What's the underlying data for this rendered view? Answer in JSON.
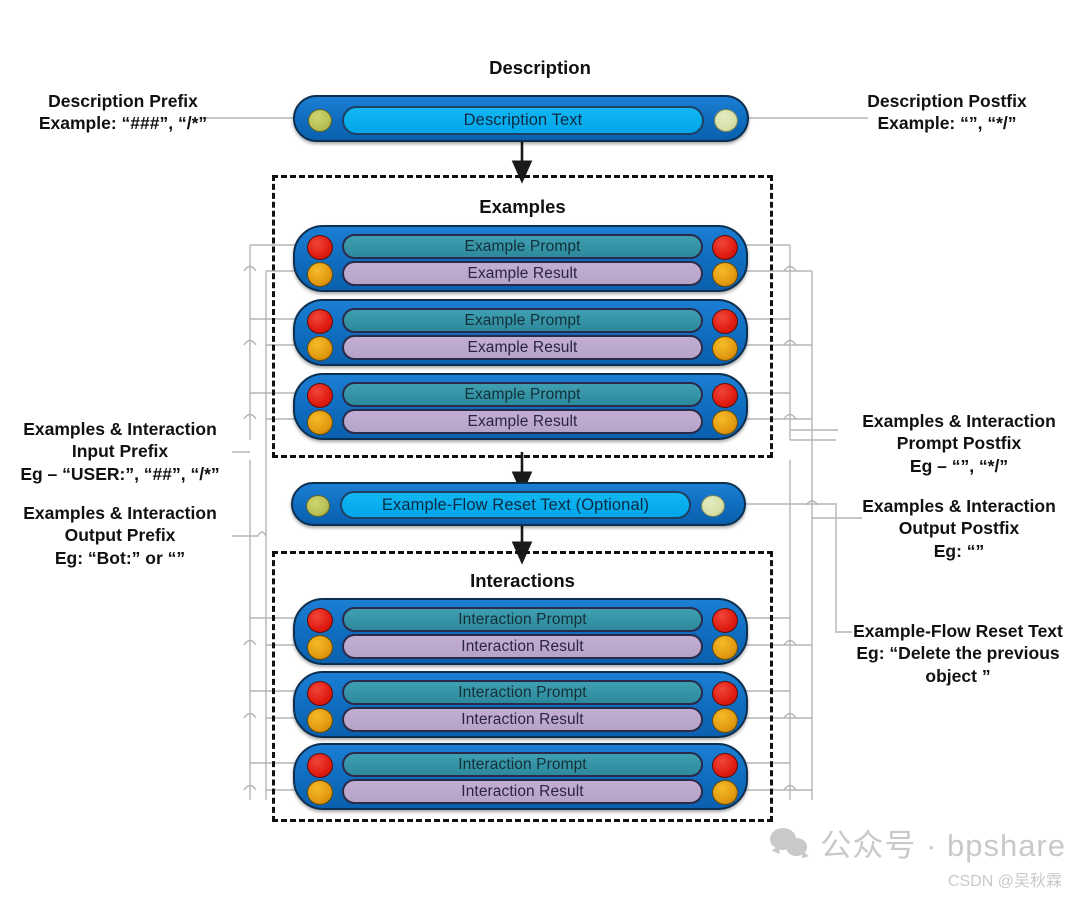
{
  "diagram": {
    "title_description": "Description",
    "title_examples": "Examples",
    "title_interactions": "Interactions"
  },
  "description_row": {
    "text": "Description Text",
    "left_dot": "olive-dot",
    "right_dot": "pale-dot"
  },
  "reset_row": {
    "text": "Example-Flow Reset Text (Optional)",
    "left_dot": "olive-dot",
    "right_dot": "pale-dot"
  },
  "examples": [
    {
      "prompt": "Example Prompt",
      "result": "Example Result"
    },
    {
      "prompt": "Example Prompt",
      "result": "Example Result"
    },
    {
      "prompt": "Example Prompt",
      "result": "Example Result"
    }
  ],
  "interactions": [
    {
      "prompt": "Interaction Prompt",
      "result": "Interaction Result"
    },
    {
      "prompt": "Interaction Prompt",
      "result": "Interaction Result"
    },
    {
      "prompt": "Interaction Prompt",
      "result": "Interaction Result"
    }
  ],
  "annotations": {
    "description_prefix": "Description Prefix\nExample: “###”, “/*”",
    "description_postfix": "Description Postfix\nExample: “”,  “*/”",
    "input_prefix": "Examples & Interaction\nInput Prefix\nEg – “USER:”, “##”, “/*”",
    "output_prefix": "Examples & Interaction\nOutput Prefix\nEg: “Bot:” or “”",
    "prompt_postfix": "Examples & Interaction\nPrompt Postfix\nEg – “”, “*/”",
    "output_postfix": "Examples & Interaction\nOutput Postfix\nEg: “”",
    "reset_text": "Example-Flow Reset Text\nEg: “Delete the previous\nobject ”"
  },
  "watermark": {
    "main": "公众号 · bpshare",
    "sub": "CSDN @吴秋霖"
  },
  "colors": {
    "card_blue": "#0f6cbe",
    "prompt_teal": "#2d8a9c",
    "result_purple": "#b6a4c8",
    "desc_cyan": "#00a6e8",
    "dot_red": "#e01b10",
    "dot_orange": "#e39a10",
    "dot_olive": "#b9c055",
    "dot_pale": "#d6e0a8",
    "wire_gray": "#b5b5b5",
    "outline": "#0d2f4f"
  }
}
